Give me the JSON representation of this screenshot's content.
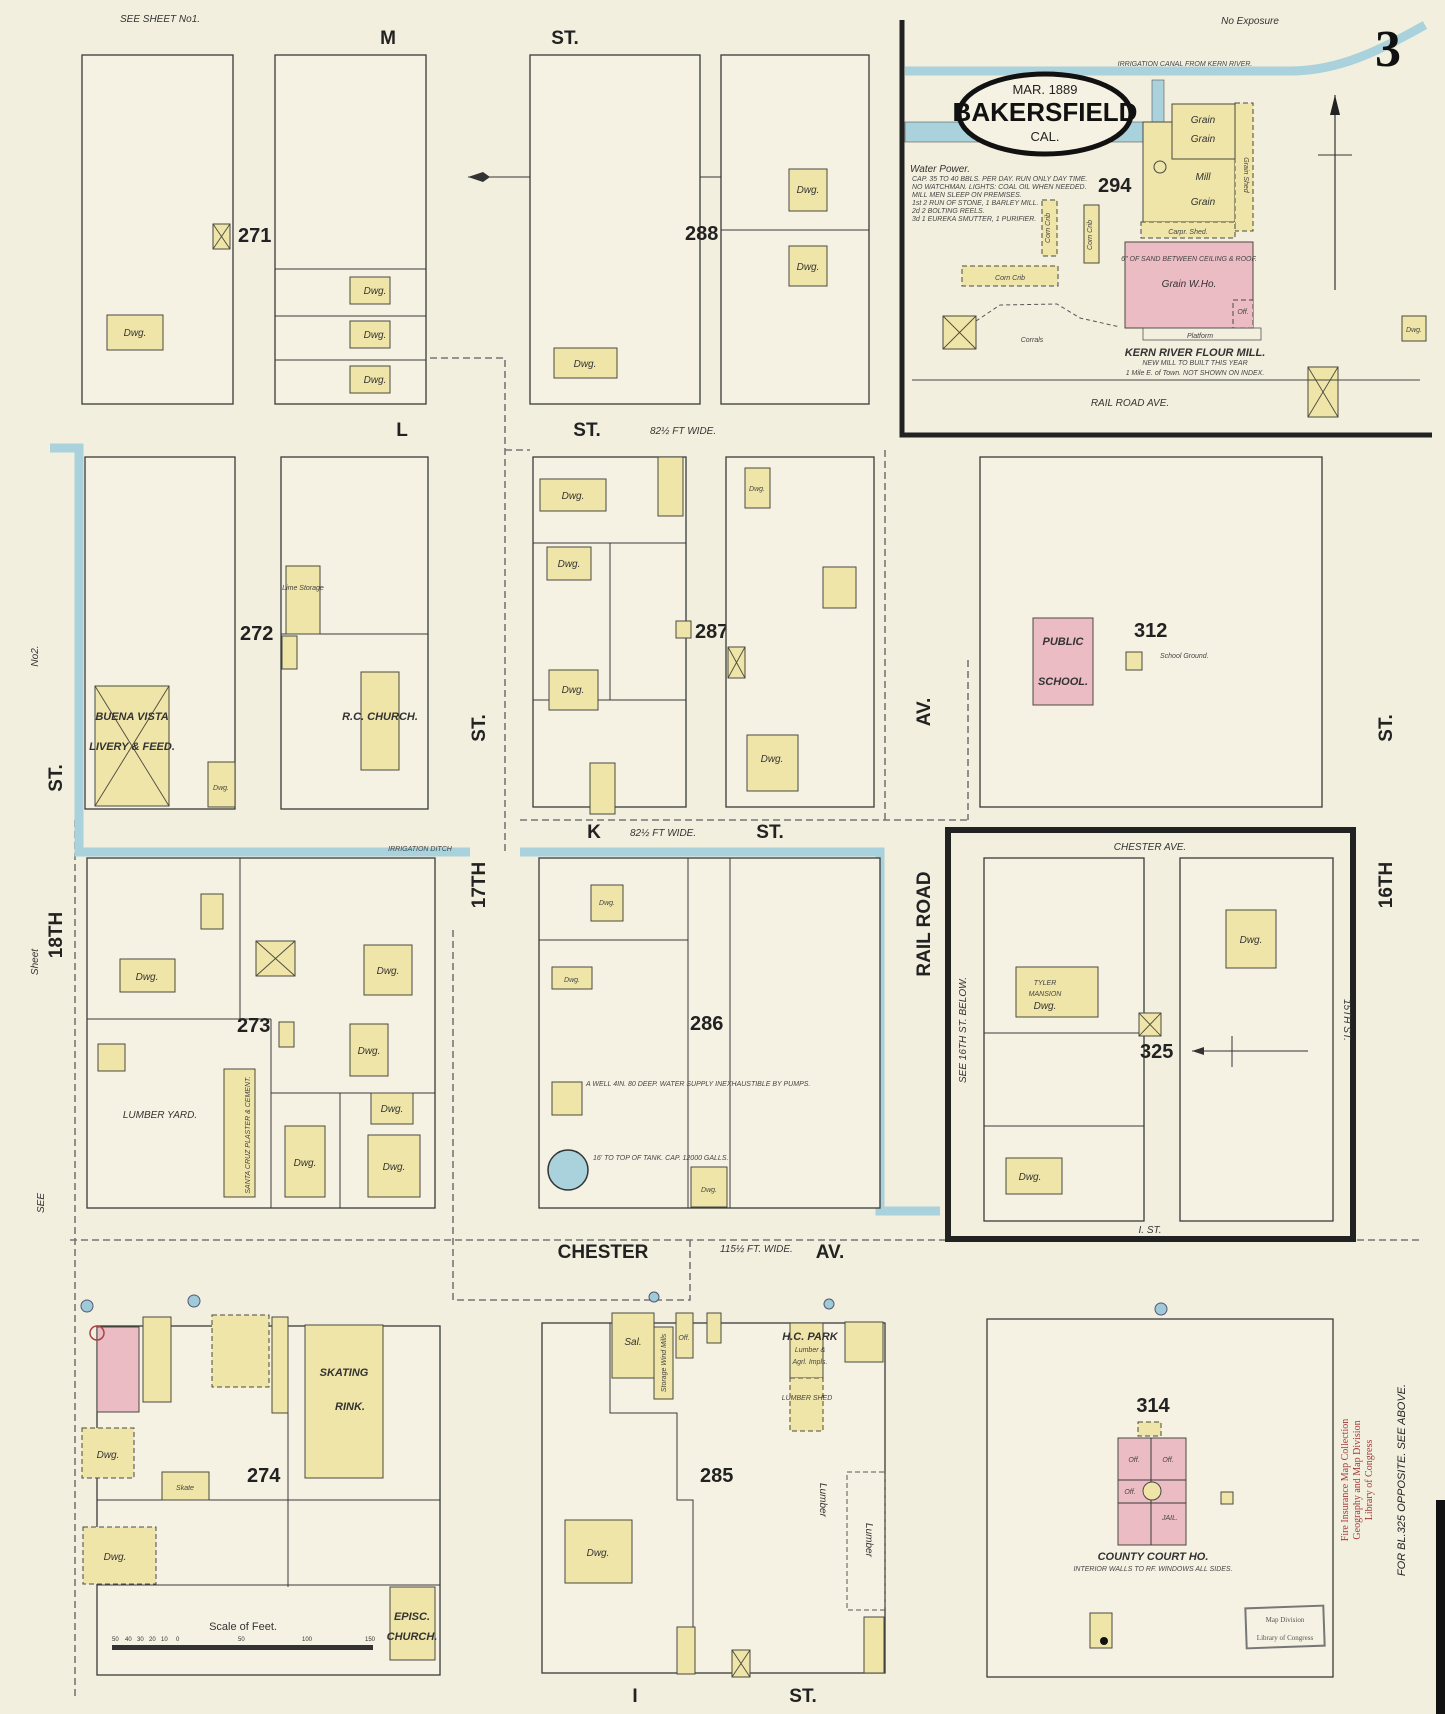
{
  "sheet": {
    "number": "3",
    "date": "MAR. 1889",
    "city": "BAKERSFIELD",
    "state": "CAL.",
    "top_ref": "SEE   SHEET   No1.",
    "no_exposure": "No Exposure",
    "left_ref_top": "No2.",
    "left_ref_mid": "Sheet",
    "left_ref_bottom": "SEE"
  },
  "streets": {
    "m": "M",
    "m_st": "ST.",
    "l": "L",
    "l_st": "ST.",
    "l_width": "82½ FT WIDE.",
    "k": "K",
    "k_st": "ST.",
    "k_width": "82½ FT WIDE.",
    "chester": "CHESTER",
    "chester_av": "AV.",
    "chester_width": "115½ FT. WIDE.",
    "i": "I",
    "i_st": "ST.",
    "st_18_a": "ST.",
    "st_18_b": "18TH",
    "st_17_a": "ST.",
    "st_17_b": "17TH",
    "rr_a": "AV.",
    "rr_b": "RAIL ROAD",
    "st_16_a": "ST.",
    "st_16_b": "16TH",
    "irrigation_ditch": "IRRIGATION        DITCH",
    "chester_ave_inset": "CHESTER AVE.",
    "i_st_inset": "I. ST.",
    "st_15_inset": "15TH ST.",
    "see_16th": "SEE 16TH ST. BELOW.",
    "rail_road_ave": "RAIL ROAD AVE."
  },
  "blocks": {
    "b271": "271",
    "b272": "272",
    "b273": "273",
    "b274": "274",
    "b285": "285",
    "b286": "286",
    "b287": "287",
    "b288": "288",
    "b294": "294",
    "b312": "312",
    "b314": "314",
    "b325": "325"
  },
  "buildings": {
    "dwg": "Dwg.",
    "buena_vista": "BUENA VISTA",
    "livery": "LIVERY & FEED.",
    "lime_storage": "Lime Storage",
    "rc_church": "R.C. CHURCH.",
    "public_school_1": "PUBLIC",
    "public_school_2": "SCHOOL.",
    "school_ground": "School Ground.",
    "lumber_yard": "LUMBER YARD.",
    "santa_cruz": "SANTA CRUZ PLASTER & CEMENT.",
    "tyler_1": "TYLER",
    "tyler_2": "MANSION",
    "skating_1": "SKATING",
    "skating_2": "RINK.",
    "episc_1": "EPISC.",
    "episc_2": "CHURCH.",
    "sal": "Sal.",
    "storage": "Storage Wind Mills",
    "off": "Off.",
    "hc_park_1": "H.C. PARK",
    "hc_park_2": "Lumber &",
    "hc_park_3": "Agrl. Impls.",
    "lumber_shed": "LUMBER SHED",
    "lumber": "Lumber",
    "skate": "Skate",
    "county_court": "COUNTY COURT HO.",
    "court_note": "INTERIOR WALLS TO RF. WINDOWS ALL SIDES.",
    "off_court": "Off.",
    "jail": "JAIL.",
    "tank_note": "16' TO TOP OF TANK. CAP. 12000 GALLS.",
    "well_note": "A WELL 4IN. 80 DEEP. WATER SUPPLY INEXHAUSTIBLE BY PUMPS."
  },
  "inset": {
    "canal": "IRRIGATION CANAL FROM KERN RIVER.",
    "water_power": "Water Power.",
    "power_notes": [
      "CAP. 35 TO 40 BBLS. PER DAY. RUN ONLY DAY TIME.",
      "NO WATCHMAN. LIGHTS: COAL OIL WHEN NEEDED.",
      "MILL MEN SLEEP ON PREMISES.",
      "1st 2 RUN OF STONE, 1 BARLEY MILL.",
      "2d 2 BOLTING REELS.",
      "3d 1 EUREKA SMUTTER, 1 PURIFIER."
    ],
    "grain": "Grain",
    "mill": "Mill",
    "grain_shed": "Grain Shed",
    "carpr_shed": "Carpr. Shed.",
    "grain_who": "Grain W.Ho.",
    "sand_note": "6\" OF SAND BETWEEN CEILING & ROOF.",
    "corn_crib": "Corn Crib",
    "corrals": "Corrals",
    "platform": "Platform",
    "off": "Off.",
    "mill_name": "KERN RIVER FLOUR MILL.",
    "new_mill": "NEW MILL TO BUILT THIS YEAR",
    "location": "1 Mile E. of Town. NOT SHOWN ON INDEX."
  },
  "scale": {
    "title": "Scale of Feet.",
    "ticks": [
      "50",
      "40",
      "30",
      "20",
      "10",
      "0",
      "50",
      "100",
      "150"
    ]
  },
  "stamps": {
    "map_division_1": "Map Division",
    "map_division_2": "Library of Congress",
    "collection_1": "Fire Insurance Map Collection",
    "collection_2": "Geography and Map Division",
    "collection_3": "Library of Congress",
    "see_above": "FOR BL.325 OPPOSITE. SEE ABOVE."
  },
  "colors": {
    "paper": "#f3efde",
    "frame_building": "#efe5a8",
    "brick_building": "#ecbcc4",
    "water": "#a9d2dc",
    "ink": "#222222",
    "stamp_red": "#a33a3a"
  }
}
